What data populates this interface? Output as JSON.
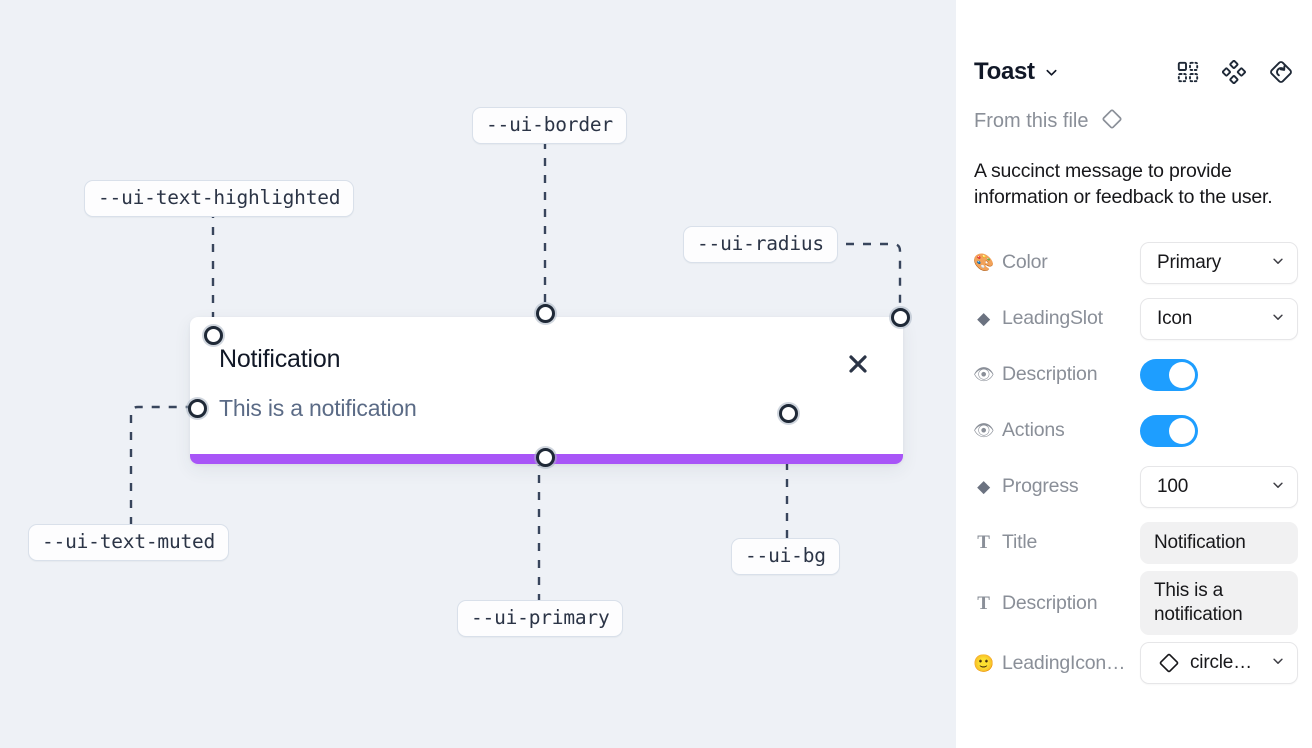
{
  "canvas": {
    "background_color": "#eef1f6",
    "tokens": [
      {
        "id": "ui-border",
        "label": "--ui-border"
      },
      {
        "id": "ui-text-highlighted",
        "label": "--ui-text-highlighted"
      },
      {
        "id": "ui-radius",
        "label": "--ui-radius"
      },
      {
        "id": "ui-text-muted",
        "label": "--ui-text-muted"
      },
      {
        "id": "ui-primary",
        "label": "--ui-primary"
      },
      {
        "id": "ui-bg",
        "label": "--ui-bg"
      }
    ],
    "toast": {
      "title": "Notification",
      "description": "This is a notification",
      "close_icon": "close-icon",
      "progress_color": "#a855f7",
      "background_color": "#ffffff"
    }
  },
  "panel": {
    "title": "Toast",
    "title_caret": "chevron-down-icon",
    "header_icons": [
      {
        "name": "variants-grid-icon"
      },
      {
        "name": "component-set-icon"
      },
      {
        "name": "reset-instance-icon"
      }
    ],
    "from_file": {
      "label": "From this file",
      "icon": "component-diamond-icon"
    },
    "description": "A succinct message to provide information or feedback to the user.",
    "properties": [
      {
        "icon": "palette-emoji",
        "glyph": "🎨",
        "label": "Color",
        "control": "select",
        "value": "Primary"
      },
      {
        "icon": "diamond-glyph",
        "glyph": "◆",
        "label": "LeadingSlot",
        "control": "select",
        "value": "Icon"
      },
      {
        "icon": "eye-emoji",
        "glyph": "👁",
        "label": "Description",
        "control": "toggle",
        "value": "on"
      },
      {
        "icon": "eye-emoji",
        "glyph": "👁",
        "label": "Actions",
        "control": "toggle",
        "value": "on"
      },
      {
        "icon": "diamond-glyph",
        "glyph": "◆",
        "label": "Progress",
        "control": "select",
        "value": "100"
      },
      {
        "icon": "text-glyph",
        "glyph": "T",
        "label": "Title",
        "control": "text",
        "value": "Notification"
      },
      {
        "icon": "text-glyph",
        "glyph": "T",
        "label": "Description",
        "control": "text",
        "value": "This is a notification"
      },
      {
        "icon": "smiley-emoji",
        "glyph": "🙂",
        "label": "LeadingIcon…",
        "control": "icon-select",
        "value": "circle…"
      }
    ],
    "toggle_on_color": "#1e9eff"
  }
}
